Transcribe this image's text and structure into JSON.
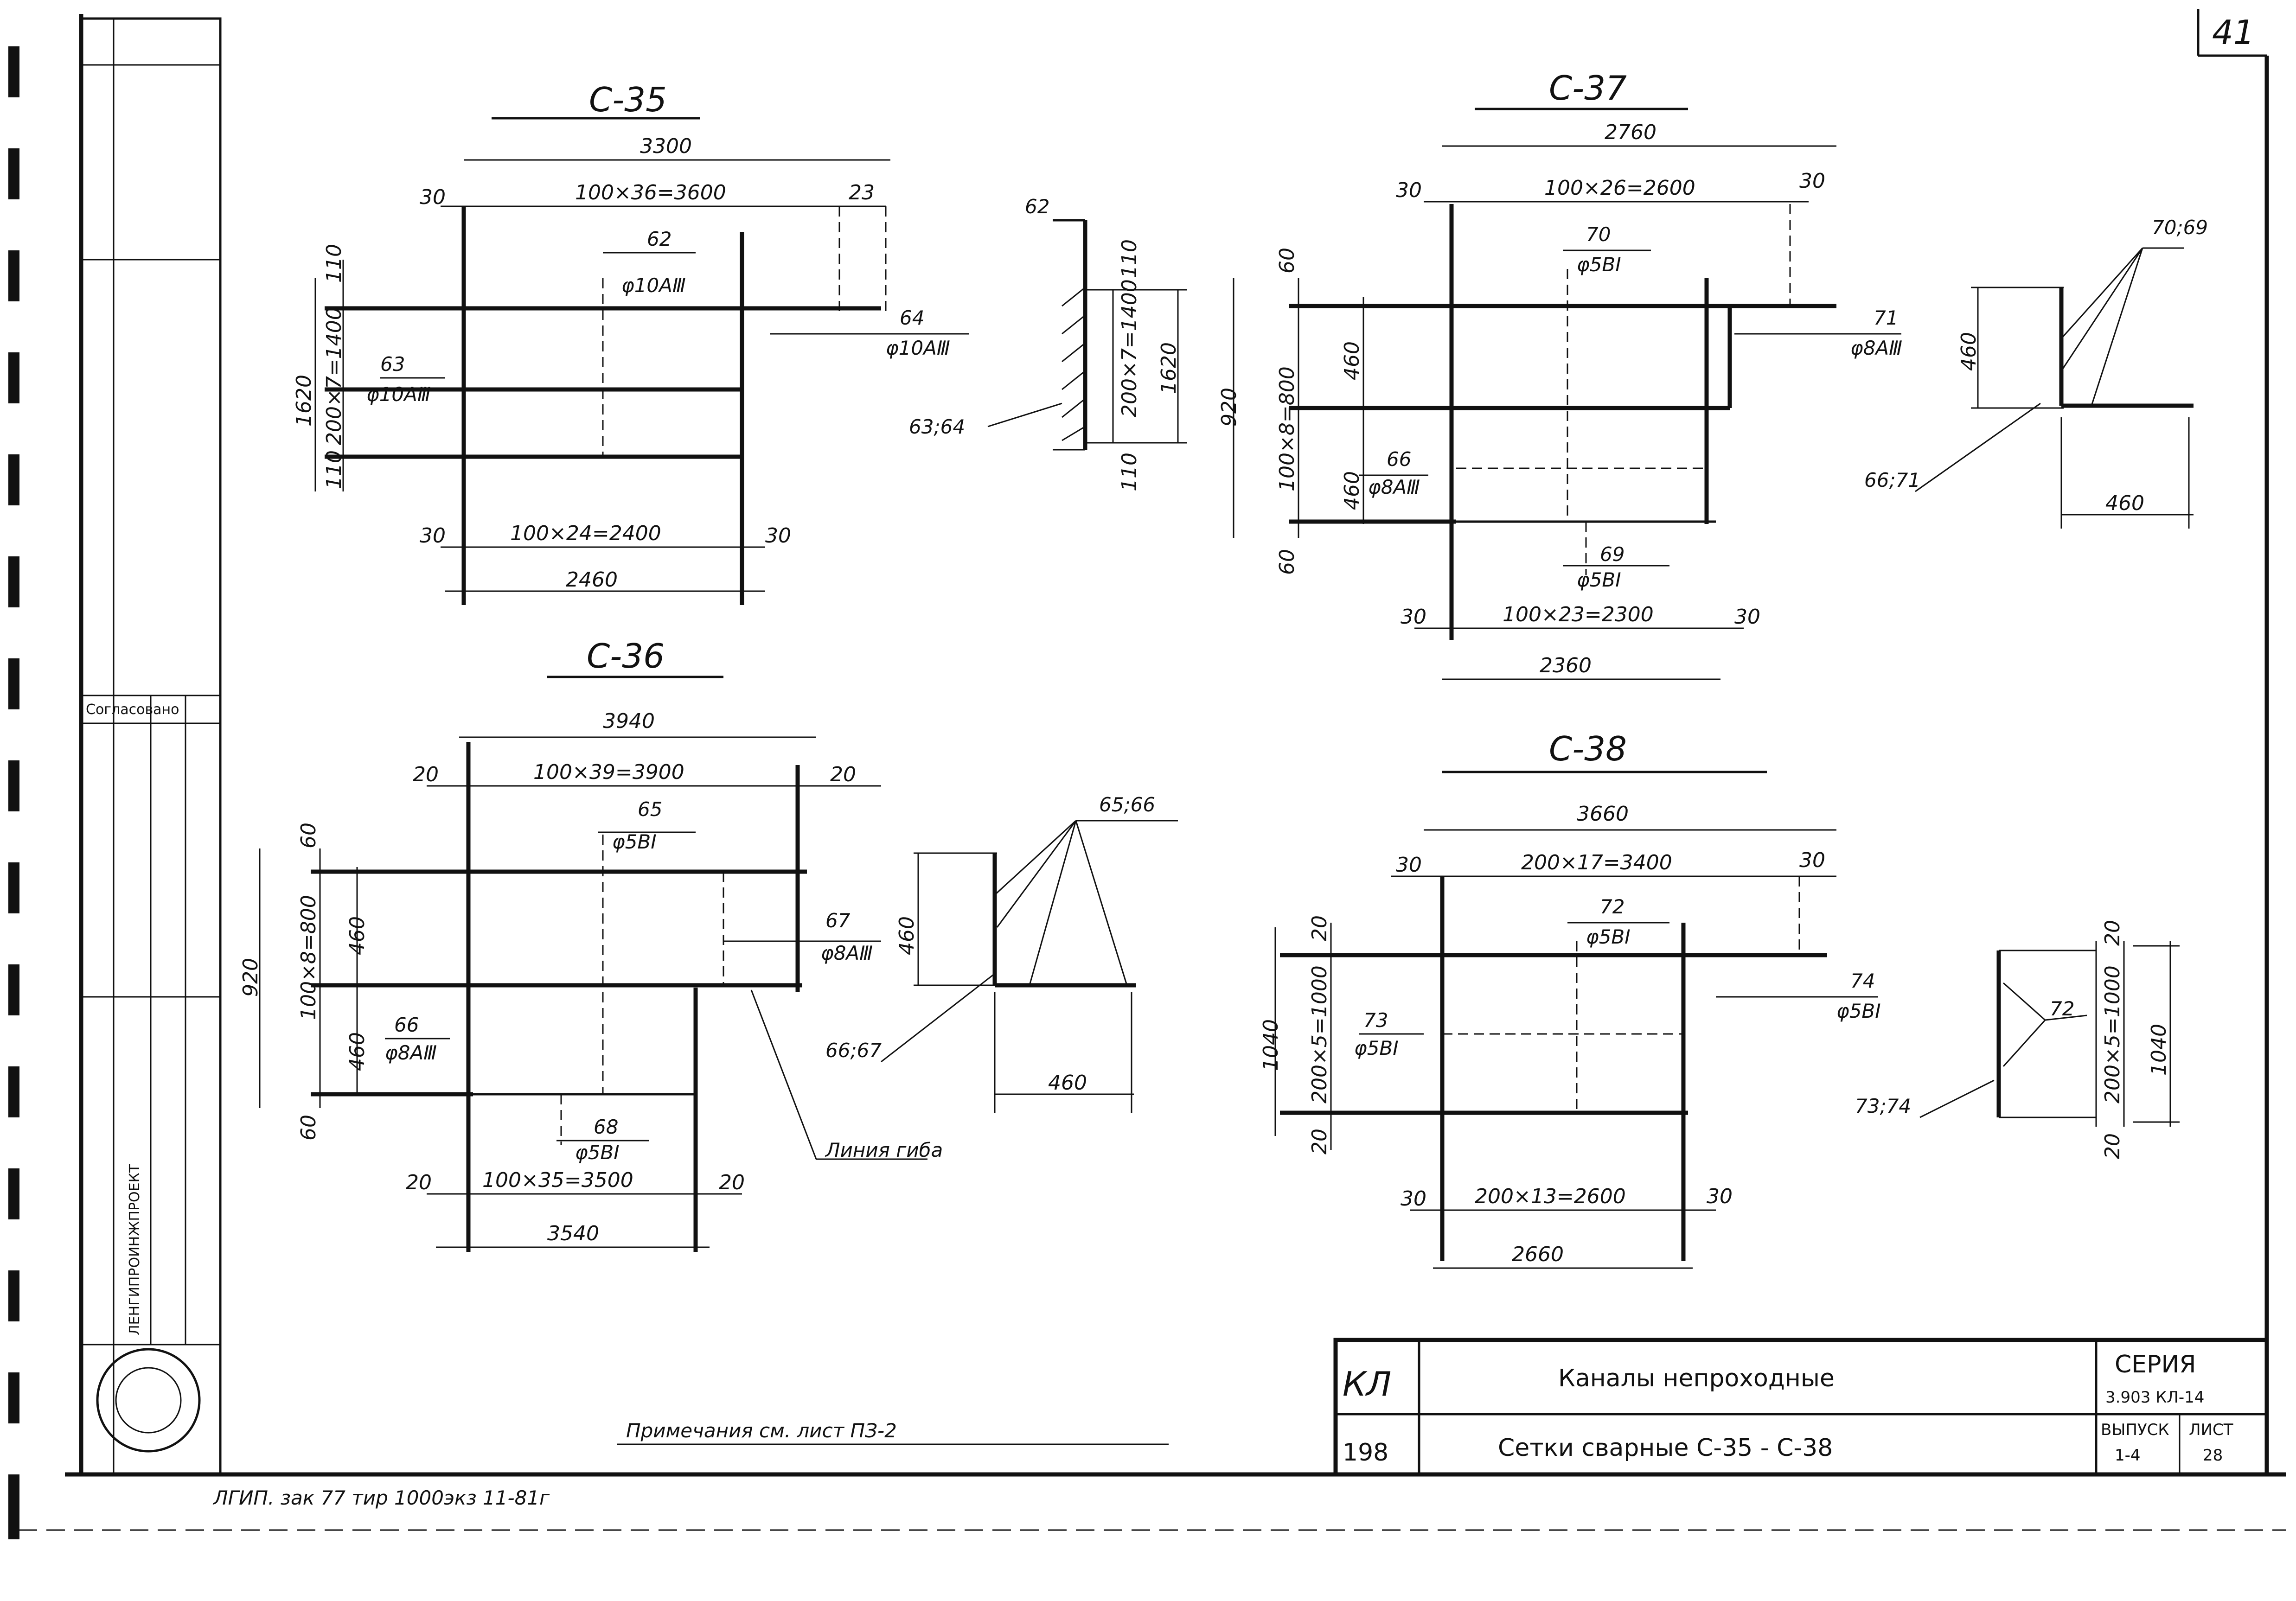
{
  "page_number": "41",
  "c35": {
    "title": "С-35",
    "overall": "3300",
    "pitch": "100×36=3600",
    "edge_left": "30",
    "edge_right": "23",
    "bar_top_pos": "62",
    "bar_top_dia": "φ10АⅢ",
    "bar_right_pos": "64",
    "bar_right_dia": "φ10АⅢ",
    "bar_mid_pos": "63",
    "bar_mid_dia": "φ10АⅢ",
    "height": "1620",
    "vert_pitch": "200×7=1400",
    "vert_edge_top": "110",
    "vert_edge_bottom": "110",
    "bottom_pitch": "100×24=2400",
    "bottom_edge_left": "30",
    "bottom_edge_right": "30",
    "bottom_overall": "2460",
    "section_top": "62",
    "section_pitch": "200×7=1400",
    "section_height": "1620",
    "section_edge_top": "110",
    "section_edge_bottom": "110",
    "section_callout": "63;64"
  },
  "c36": {
    "title": "С-36",
    "overall": "3940",
    "pitch": "100×39=3900",
    "edge_left": "20",
    "edge_right": "20",
    "bar_top_pos": "65",
    "bar_top_dia": "φ5ВⅠ",
    "bar_right_pos": "67",
    "bar_right_dia": "φ8АⅢ",
    "bar_mid_pos": "66",
    "bar_mid_dia": "φ8АⅢ",
    "height": "920",
    "vert_pitch": "100×8=800",
    "vert_edge_top": "60",
    "vert_edge_bottom": "60",
    "part_top": "460",
    "part_bottom": "460",
    "bar_low_pos": "68",
    "bar_low_dia": "φ5ВⅠ",
    "bottom_pitch": "100×35=3500",
    "bottom_edge_left": "20",
    "bottom_edge_right": "20",
    "bottom_overall": "3540",
    "bend_label": "Линия гиба",
    "section_callout_top": "65;66",
    "section_callout_bottom": "66;67",
    "section_height": "460",
    "section_width": "460"
  },
  "c37": {
    "title": "С-37",
    "overall": "2760",
    "pitch": "100×26=2600",
    "edge_left": "30",
    "edge_right": "30",
    "bar_top_pos": "70",
    "bar_top_dia": "φ5ВⅠ",
    "bar_right_pos": "71",
    "bar_right_dia": "φ8АⅢ",
    "bar_mid_pos": "66",
    "bar_mid_dia": "φ8АⅢ",
    "height": "920",
    "vert_pitch": "100×8=800",
    "vert_edge_top": "60",
    "vert_edge_bottom": "60",
    "part_top": "460",
    "part_bottom": "460",
    "bar_low_pos": "69",
    "bar_low_dia": "φ5ВⅠ",
    "bottom_pitch": "100×23=2300",
    "bottom_edge_left": "30",
    "bottom_edge_right": "30",
    "bottom_overall": "2360",
    "section_callout_top": "70;69",
    "section_callout_bottom": "66;71",
    "section_height": "460",
    "section_width": "460"
  },
  "c38": {
    "title": "С-38",
    "overall": "3660",
    "pitch": "200×17=3400",
    "edge_left": "30",
    "edge_right": "30",
    "bar_top_pos": "72",
    "bar_top_dia": "φ5ВⅠ",
    "bar_right_pos": "74",
    "bar_right_dia": "φ5ВⅠ",
    "bar_mid_pos": "73",
    "bar_mid_dia": "φ5ВⅠ",
    "height": "1040",
    "vert_pitch": "200×5=1000",
    "vert_edge_top": "20",
    "vert_edge_bottom": "20",
    "bottom_pitch": "200×13=2600",
    "bottom_edge_left": "30",
    "bottom_edge_right": "30",
    "bottom_overall": "2660",
    "section_callout_top": "72",
    "section_callout_bottom": "73;74",
    "section_pitch": "200×5=1000",
    "section_height": "1040",
    "section_edge_top": "20",
    "section_edge_bottom": "20"
  },
  "note": "Примечания см. лист ПЗ-2",
  "print_info": "ЛГИП. зак 77 тир 1000экз 11-81г",
  "title_block": {
    "code": "КЛ",
    "code_num": "198",
    "name": "Каналы непроходные",
    "sheet_title": "Сетки сварные С-35 - С-38",
    "series_label": "СЕРИЯ",
    "series_value": "3.903 КЛ-14",
    "issue_label": "ВЫПУСК",
    "issue_value": "1-4",
    "sheet_label": "ЛИСТ",
    "sheet_value": "28"
  },
  "side_stamp": {
    "org": "ЛЕНГИПРОИНЖПРОЕКТ",
    "agreed": "Согласовано"
  }
}
